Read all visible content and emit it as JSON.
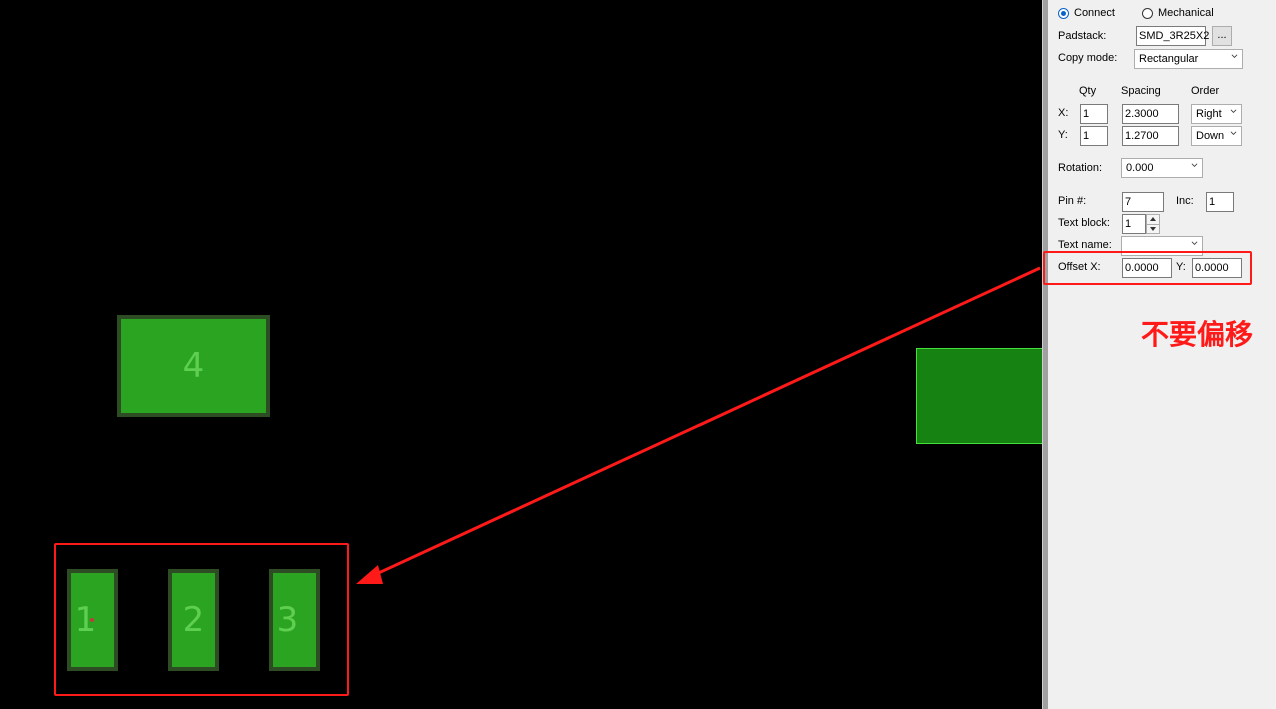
{
  "canvas": {
    "pads": [
      {
        "label": "4"
      },
      {
        "label": "1"
      },
      {
        "label": "2"
      },
      {
        "label": "3"
      }
    ],
    "colors": {
      "pad_fill": "#2ba521",
      "pad_border": "#2e4c23",
      "selected_pad": "#158212",
      "annotation": "#ff1a1a"
    }
  },
  "panel": {
    "connect_label": "Connect",
    "mechanical_label": "Mechanical",
    "padstack_label": "Padstack:",
    "padstack_value": "SMD_3R25X2",
    "browse_label": "...",
    "copy_mode_label": "Copy mode:",
    "copy_mode_value": "Rectangular",
    "qty_header": "Qty",
    "spacing_header": "Spacing",
    "order_header": "Order",
    "x_label": "X:",
    "y_label": "Y:",
    "x_qty": "1",
    "y_qty": "1",
    "x_spacing": "2.3000",
    "y_spacing": "1.2700",
    "x_order": "Right",
    "y_order": "Down",
    "rotation_label": "Rotation:",
    "rotation_value": "0.000",
    "pin_label": "Pin #:",
    "pin_value": "7",
    "inc_label": "Inc:",
    "inc_value": "1",
    "text_block_label": "Text block:",
    "text_block_value": "1",
    "text_name_label": "Text name:",
    "text_name_value": "",
    "offset_x_label": "Offset X:",
    "offset_x_value": "0.0000",
    "offset_y_label": "Y:",
    "offset_y_value": "0.0000"
  },
  "annotation": {
    "text": "不要偏移"
  }
}
